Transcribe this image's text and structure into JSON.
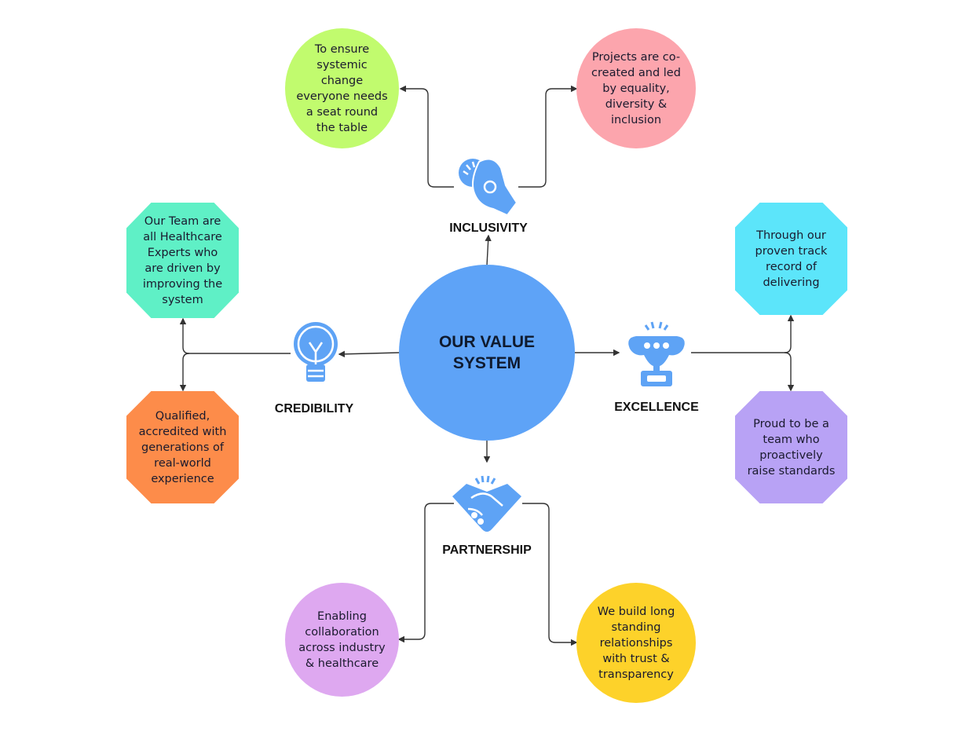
{
  "center": {
    "title": "OUR VALUE SYSTEM"
  },
  "values": {
    "inclusivity": {
      "label": "INCLUSIVITY",
      "icon": "ok-hand-icon",
      "points": [
        "To ensure systemic change everyone needs a seat round the table",
        "Projects are co-created and led by equality, diversity & inclusion"
      ]
    },
    "credibility": {
      "label": "CREDIBILITY",
      "icon": "lightbulb-icon",
      "points": [
        "Our Team are all Healthcare Experts who are driven by improving the system",
        "Qualified, accredited with generations of real-world experience"
      ]
    },
    "excellence": {
      "label": "EXCELLENCE",
      "icon": "trophy-icon",
      "points": [
        "Through our proven track record of delivering",
        "Proud to be a team who proactively raise standards"
      ]
    },
    "partnership": {
      "label": "PARTNERSHIP",
      "icon": "handshake-icon",
      "points": [
        "Enabling collaboration across industry & healthcare",
        "We build long standing relationships with trust & transparency"
      ]
    }
  },
  "colors": {
    "center": "#5ea3f7",
    "icon": "#5ea3f5",
    "green": "#c1fb6e",
    "pink": "#fca5ad",
    "teal": "#5ff0c6",
    "orange": "#fd8c4a",
    "cyan": "#5ce5fa",
    "purple": "#b8a2f5",
    "lavender": "#dea8f0",
    "yellow": "#fdd22a"
  }
}
